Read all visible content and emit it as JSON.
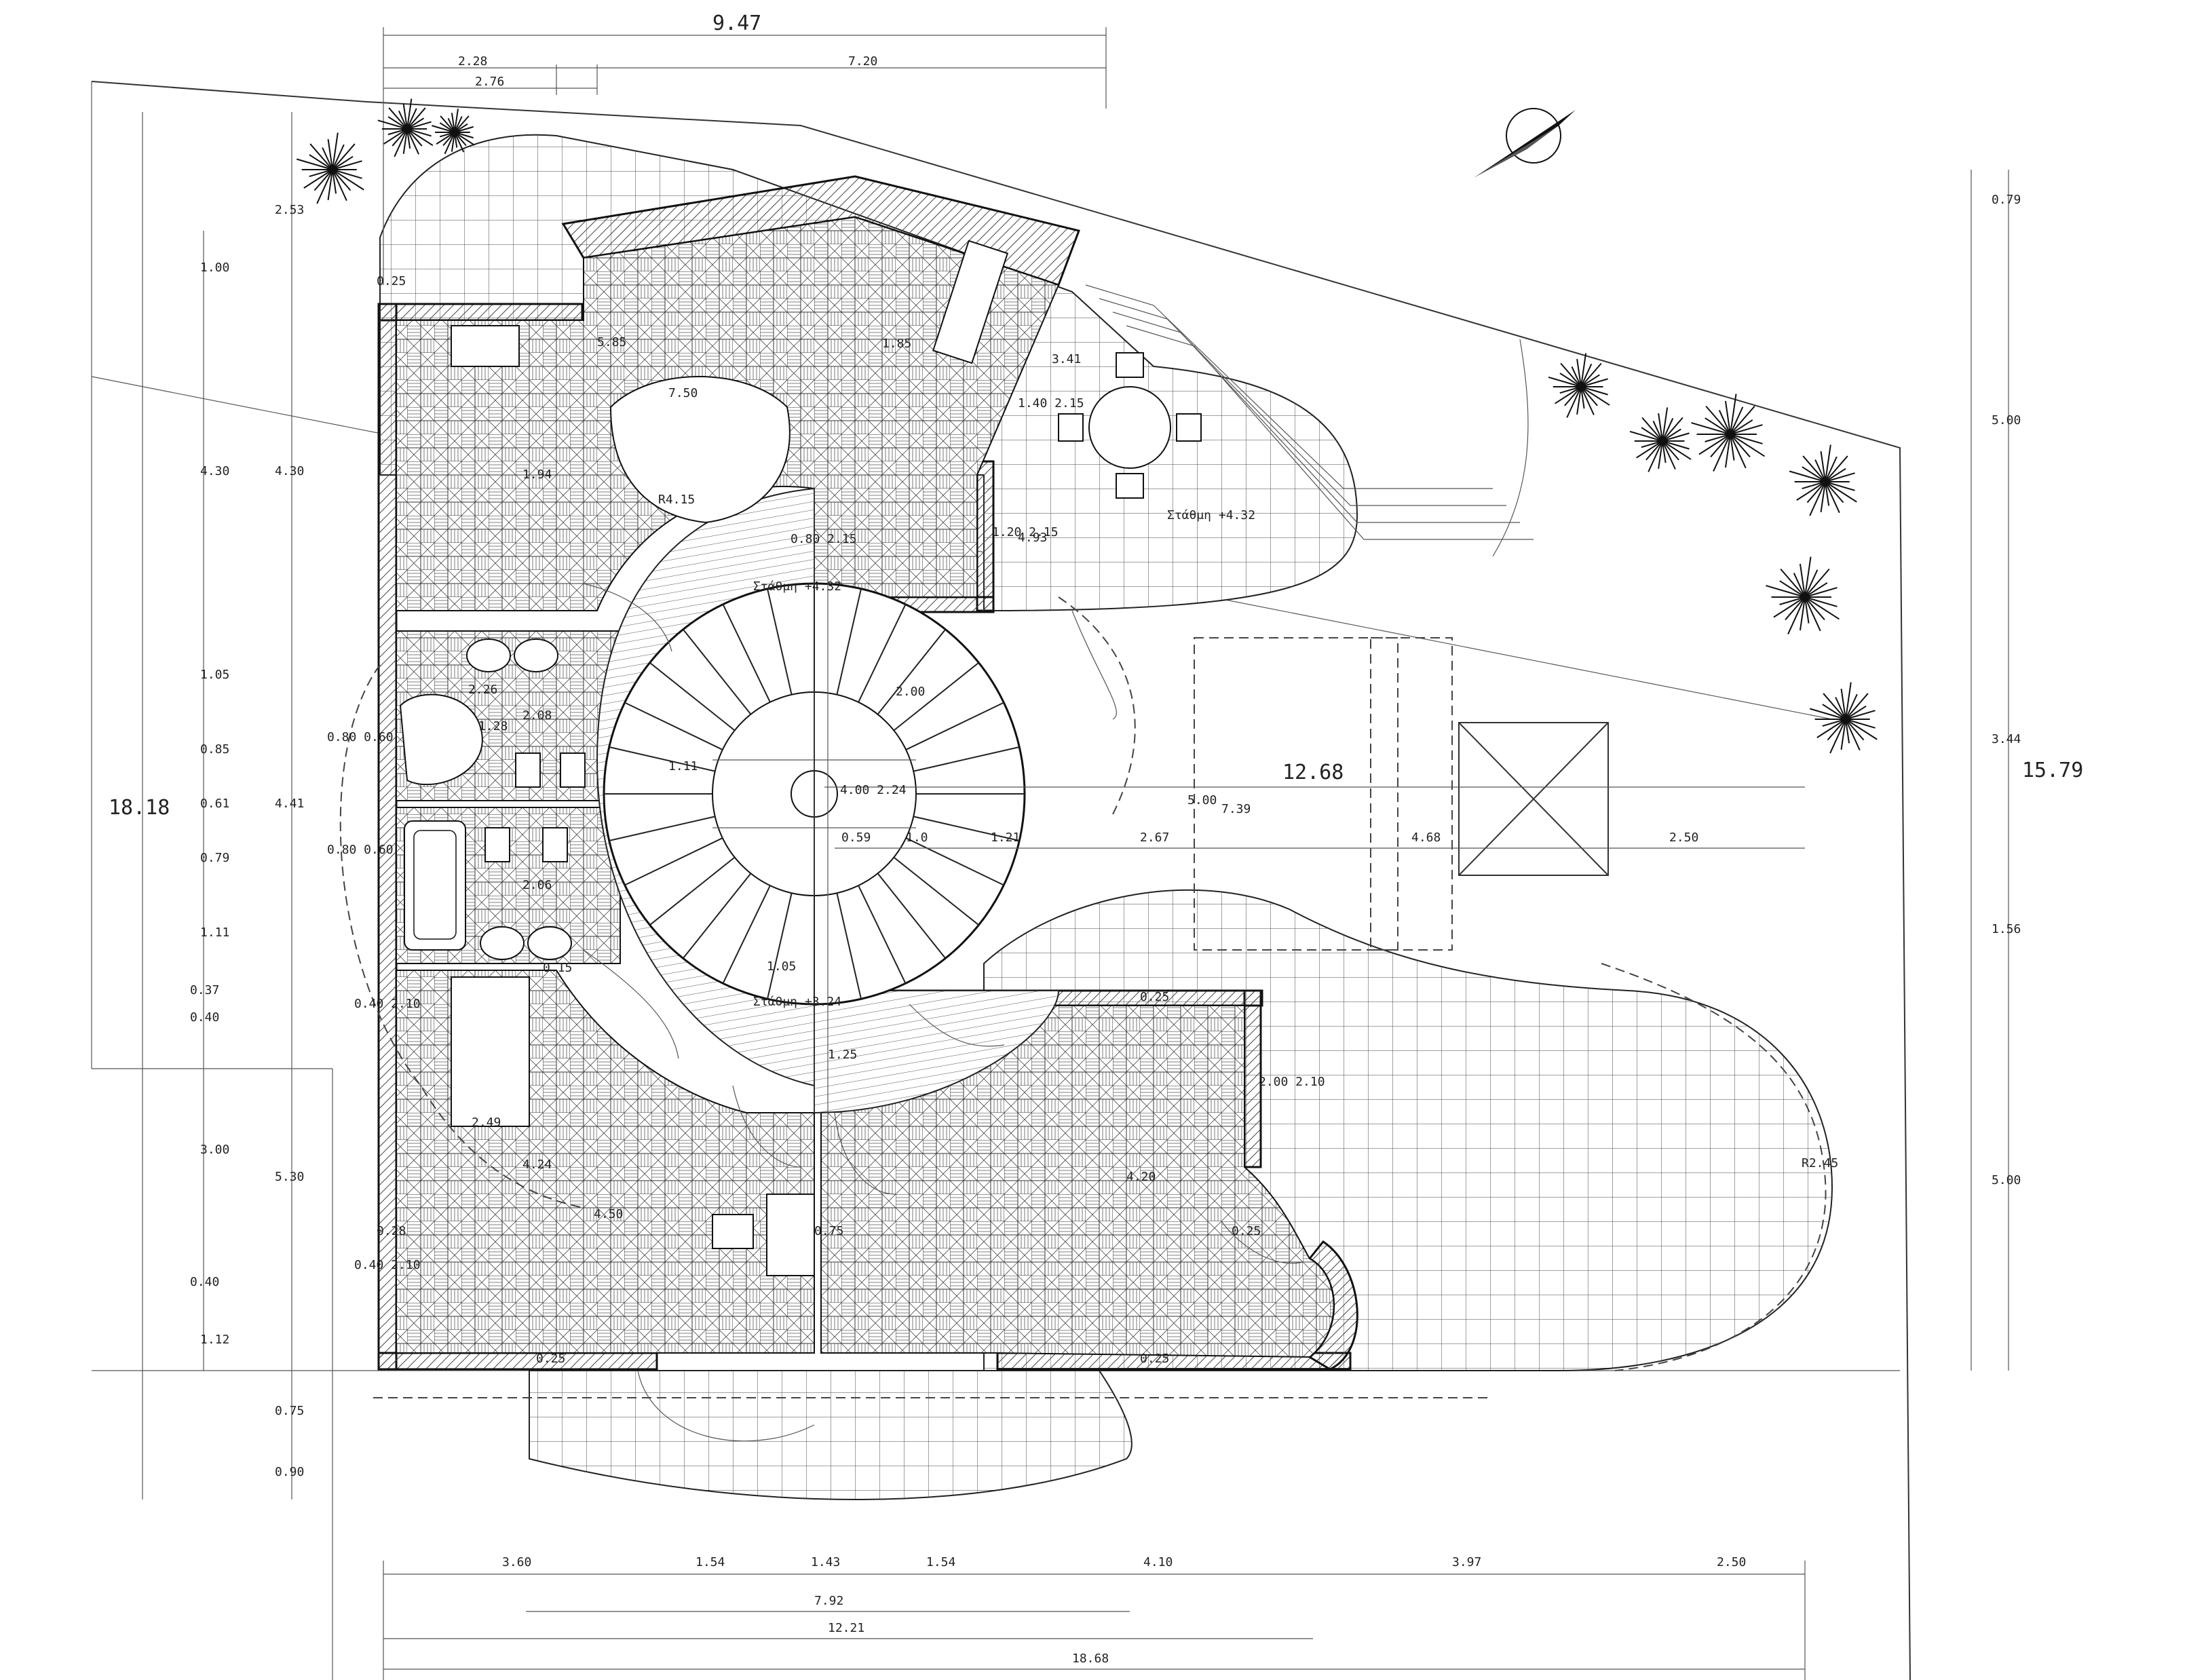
{
  "title": "",
  "colors": {
    "ink": "#111111",
    "paper": "#ffffff",
    "hatch": "#555555"
  },
  "dimensions": {
    "top": {
      "overall": "9.47",
      "left_a": "2.28",
      "left_b": "2.76",
      "right": "7.20"
    },
    "left_outer": {
      "total": "18.18",
      "segments": [
        "2.53",
        "1.00",
        "4.30",
        "1.05",
        "0.85",
        "0.61",
        "0.79",
        "1.11",
        "0.37",
        "0.40",
        "3.00",
        "0.40",
        "1.12",
        "0.75",
        "0.90"
      ]
    },
    "left_inner": {
      "segments": [
        "0.25",
        "4.30",
        "4.41",
        "5.30"
      ]
    },
    "right": {
      "total": "15.79",
      "segments": [
        "0.79",
        "5.00",
        "3.44",
        "1.56",
        "5.00"
      ]
    },
    "bottom": {
      "segments": [
        "3.60",
        "1.54",
        "1.43",
        "1.54",
        "4.10",
        "3.97",
        "2.50"
      ],
      "mid": "7.92",
      "partial": "12.21",
      "overall": "18.68"
    },
    "interior": {
      "terrace_width": "12.68",
      "row_a": [
        "5.00",
        "7.39"
      ],
      "row_b": [
        "0.59",
        "1.0",
        "1.21",
        "2.67",
        "4.68",
        "2.50"
      ],
      "stair_width": "2.00",
      "radius_main": "R4.15",
      "radius_pool": "R2.45",
      "span_750": "7.50",
      "span_341": "3.41",
      "span_493": "4.93",
      "span_105": "1.05",
      "span_125": "1.25",
      "span_111": "1.11",
      "bath_a": "2.26",
      "bath_b": "2.08",
      "bath_c": "1.28",
      "bath_d": "2.06",
      "bed_a": "5.85",
      "bed_b": "1.94",
      "bed_c": "4.24",
      "bed_d": "1.85",
      "living_a": "4.50",
      "living_b": "4.20",
      "wall_025_a": "0.25",
      "wall_025_b": "0.25",
      "wall_025_c": "0.25",
      "wall_025_d": "0.25",
      "small_015": "0.15",
      "small_075": "0.75",
      "small_249": "2.49",
      "small_028": "0.28"
    },
    "openings": {
      "w1": "0.80\n0.60",
      "w2": "0.80\n0.60",
      "d1": "0.40\n2.10",
      "d2": "0.40\n2.10",
      "d3": "0.80\n2.15",
      "d4": "1.20\n2.15",
      "d5": "2.00\n2.10",
      "d6": "1.40\n2.15"
    },
    "levels": {
      "lv1": "Στάθμη +4.32",
      "lv2": "Στάθμη +4.32",
      "lv3": "Στάθμη +3.24"
    },
    "center_mark": "4.00\n2.24"
  },
  "icons": {
    "north": "north-arrow-icon",
    "tree": "tree-icon",
    "palm": "palm-icon"
  }
}
